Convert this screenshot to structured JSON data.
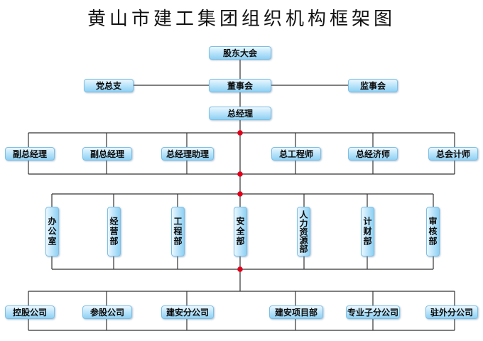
{
  "title": "黄山市建工集团组织机构框架图",
  "top": {
    "shareholders": "股东大会",
    "party": "党总支",
    "board": "董事会",
    "supervisors": "监事会",
    "gm": "总经理"
  },
  "executives": [
    "副总经理",
    "副总经理",
    "总经理助理",
    "总工程师",
    "总经济师",
    "总会计师"
  ],
  "departments": [
    "办公室",
    "经营部",
    "工程部",
    "安全部",
    "人力资源部",
    "计财部",
    "审核部"
  ],
  "companies": [
    "控股公司",
    "参股公司",
    "建安分公司",
    "建安项目部",
    "专业子分公司",
    "驻外分公司"
  ],
  "colors": {
    "node_top": "#eaf7ff",
    "node_bottom": "#8fd0f3",
    "junction": "#e0001b",
    "line": "#333333"
  }
}
